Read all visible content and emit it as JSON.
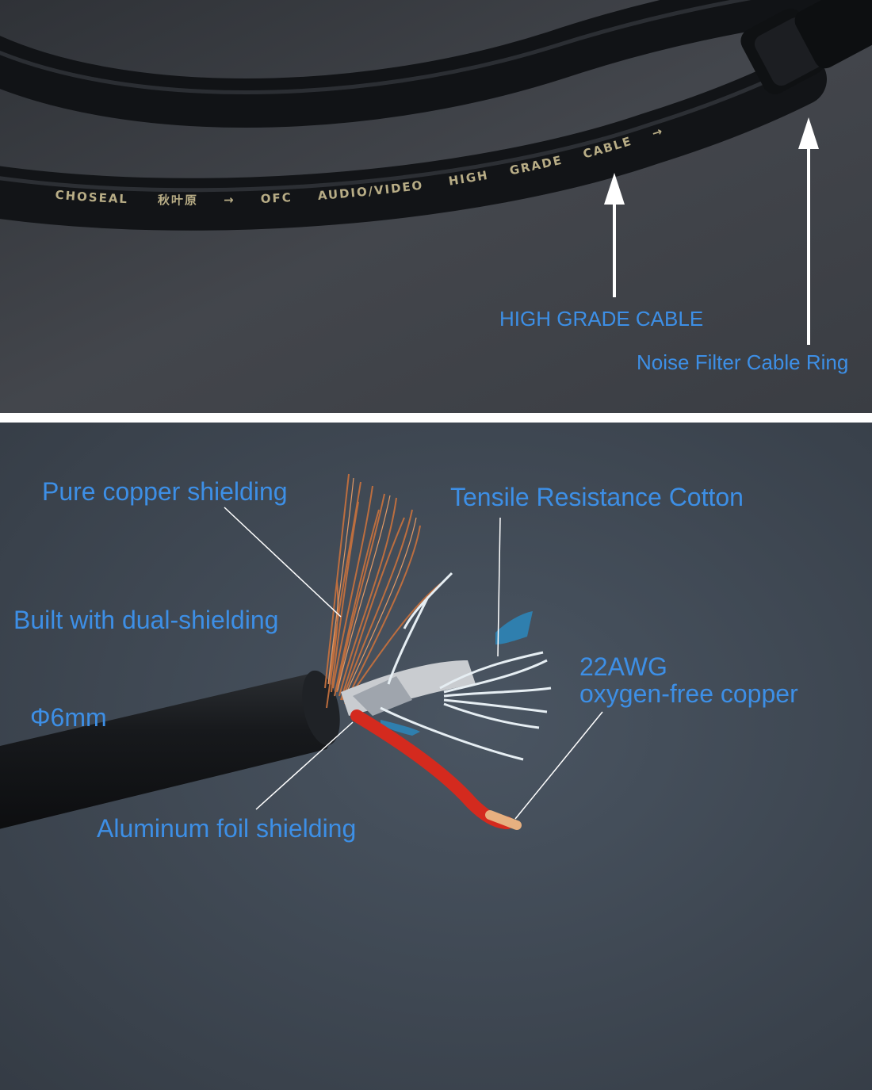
{
  "top_photo": {
    "cable_print": [
      "CHOSEAL",
      "秋叶原",
      "OFC",
      "AUDIO/VIDEO",
      "HIGH",
      "GRADE",
      "CABLE"
    ],
    "callouts": {
      "high_grade_cable": "HIGH GRADE CABLE",
      "noise_filter_ring": "Noise Filter Cable Ring"
    }
  },
  "bottom_photo": {
    "callouts": {
      "pure_copper_shielding": "Pure copper shielding",
      "tensile_cotton": "Tensile Resistance Cotton",
      "dual_shielding": "Built with dual-shielding",
      "awg_line1": "22AWG",
      "awg_line2": "oxygen-free copper",
      "diameter": "Φ6mm",
      "aluminum_foil": "Aluminum foil shielding"
    }
  },
  "colors": {
    "label_blue": "#3d8fe6",
    "arrow_white": "#ffffff",
    "copper": "#c4703e",
    "wire_red": "#d42a1e",
    "cable_black": "#15171a"
  }
}
